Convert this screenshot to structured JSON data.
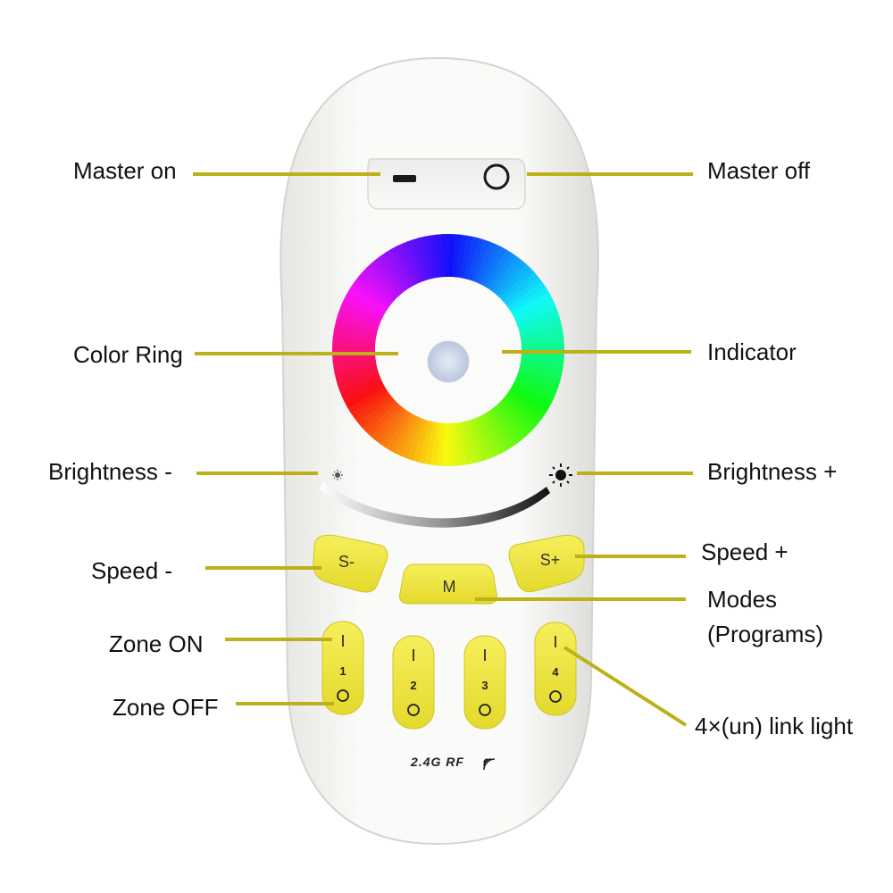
{
  "labels": {
    "master_on": "Master on",
    "master_off": "Master off",
    "color_ring": "Color Ring",
    "indicator": "Indicator",
    "brightness_minus": "Brightness -",
    "brightness_plus": "Brightness +",
    "speed_minus": "Speed -",
    "speed_plus": "Speed +",
    "modes": "Modes",
    "programs": "(Programs)",
    "zone_on": "Zone ON",
    "zone_off": "Zone OFF",
    "link_light": "4×(un) link light"
  },
  "remote": {
    "speed_minus_label": "S-",
    "speed_plus_label": "S+",
    "mode_label": "M",
    "zones": [
      {
        "on": "I",
        "number": "1"
      },
      {
        "on": "I",
        "number": "2"
      },
      {
        "on": "I",
        "number": "3"
      },
      {
        "on": "I",
        "number": "4"
      }
    ],
    "rf_label": "2.4G RF"
  },
  "colors": {
    "leader": "#bdb018",
    "button_yellow": "#f3ea45",
    "remote_body": "#f7f7f5"
  }
}
